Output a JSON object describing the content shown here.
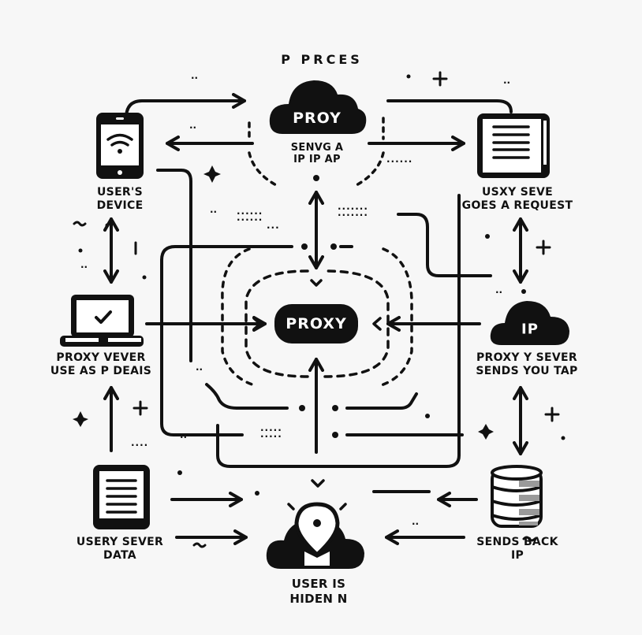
{
  "diagram": {
    "title": "P PRCES",
    "colors": {
      "ink": "#111111",
      "background": "#f7f7f7",
      "paper": "#ffffff",
      "db_shade": "#9a9a9a"
    },
    "center_node": {
      "label": "PROXY"
    },
    "top_cloud": {
      "label": "PROY",
      "caption_line1": "SENVG A",
      "caption_line2": "IP IP  AP"
    },
    "nodes": {
      "users_device": {
        "icon": "smartphone-wifi-icon",
        "line1": "USER'S",
        "line2": "DEVICE"
      },
      "request_doc": {
        "icon": "document-icon",
        "line1": "USXY SEVE",
        "line2": "GOES  A REQUEST"
      },
      "laptop": {
        "icon": "laptop-check-icon",
        "line1": "PROXY VEVER",
        "line2": "USE AS P DEAIS"
      },
      "ip_cloud": {
        "icon": "cloud-icon",
        "inner": "IP",
        "line1": "PROXY Y SEVER",
        "line2": "SENDS  YOU TAP"
      },
      "server_data": {
        "icon": "tablet-document-icon",
        "line1": "USERY SEVER",
        "line2": "DATA"
      },
      "database": {
        "icon": "database-icon",
        "line1": "SENDS BACK",
        "line2": "IP"
      },
      "user_hidden": {
        "icon": "cloud-location-pin-icon",
        "line1": "USER  IS",
        "line2": "HIDEN N"
      }
    }
  }
}
